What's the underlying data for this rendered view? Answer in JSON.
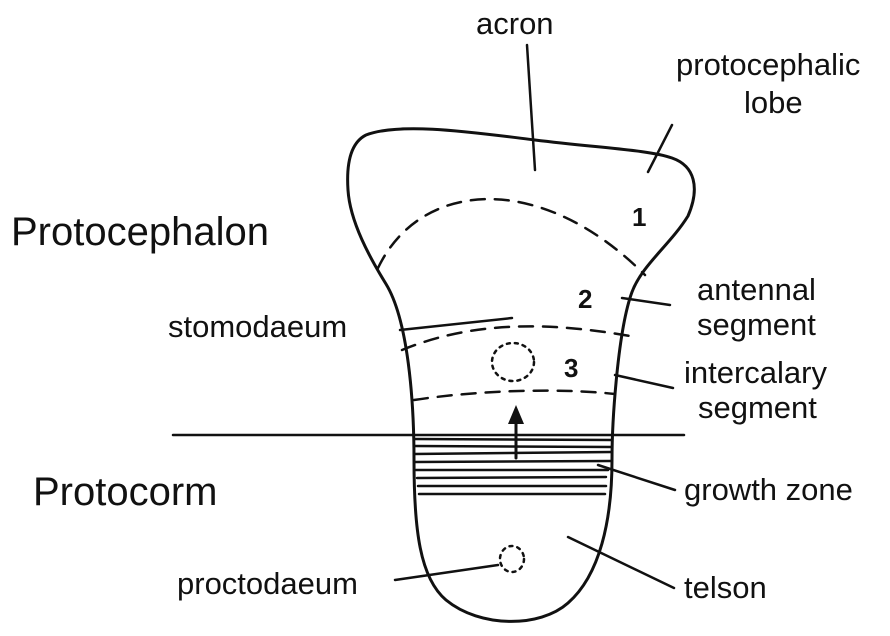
{
  "regions": {
    "upper": "Protocephalon",
    "lower": "Protocorm"
  },
  "labels": {
    "acron": "acron",
    "protocephalic_lobe_line1": "protocephalic",
    "protocephalic_lobe_line2": "lobe",
    "stomodaeum": "stomodaeum",
    "antennal_line1": "antennal",
    "antennal_line2": "segment",
    "intercalary_line1": "intercalary",
    "intercalary_line2": "segment",
    "growth_zone": "growth zone",
    "proctodaeum": "proctodaeum",
    "telson": "telson"
  },
  "segment_numbers": [
    "1",
    "2",
    "3"
  ],
  "colors": {
    "ink": "#111111",
    "background": "#ffffff"
  }
}
